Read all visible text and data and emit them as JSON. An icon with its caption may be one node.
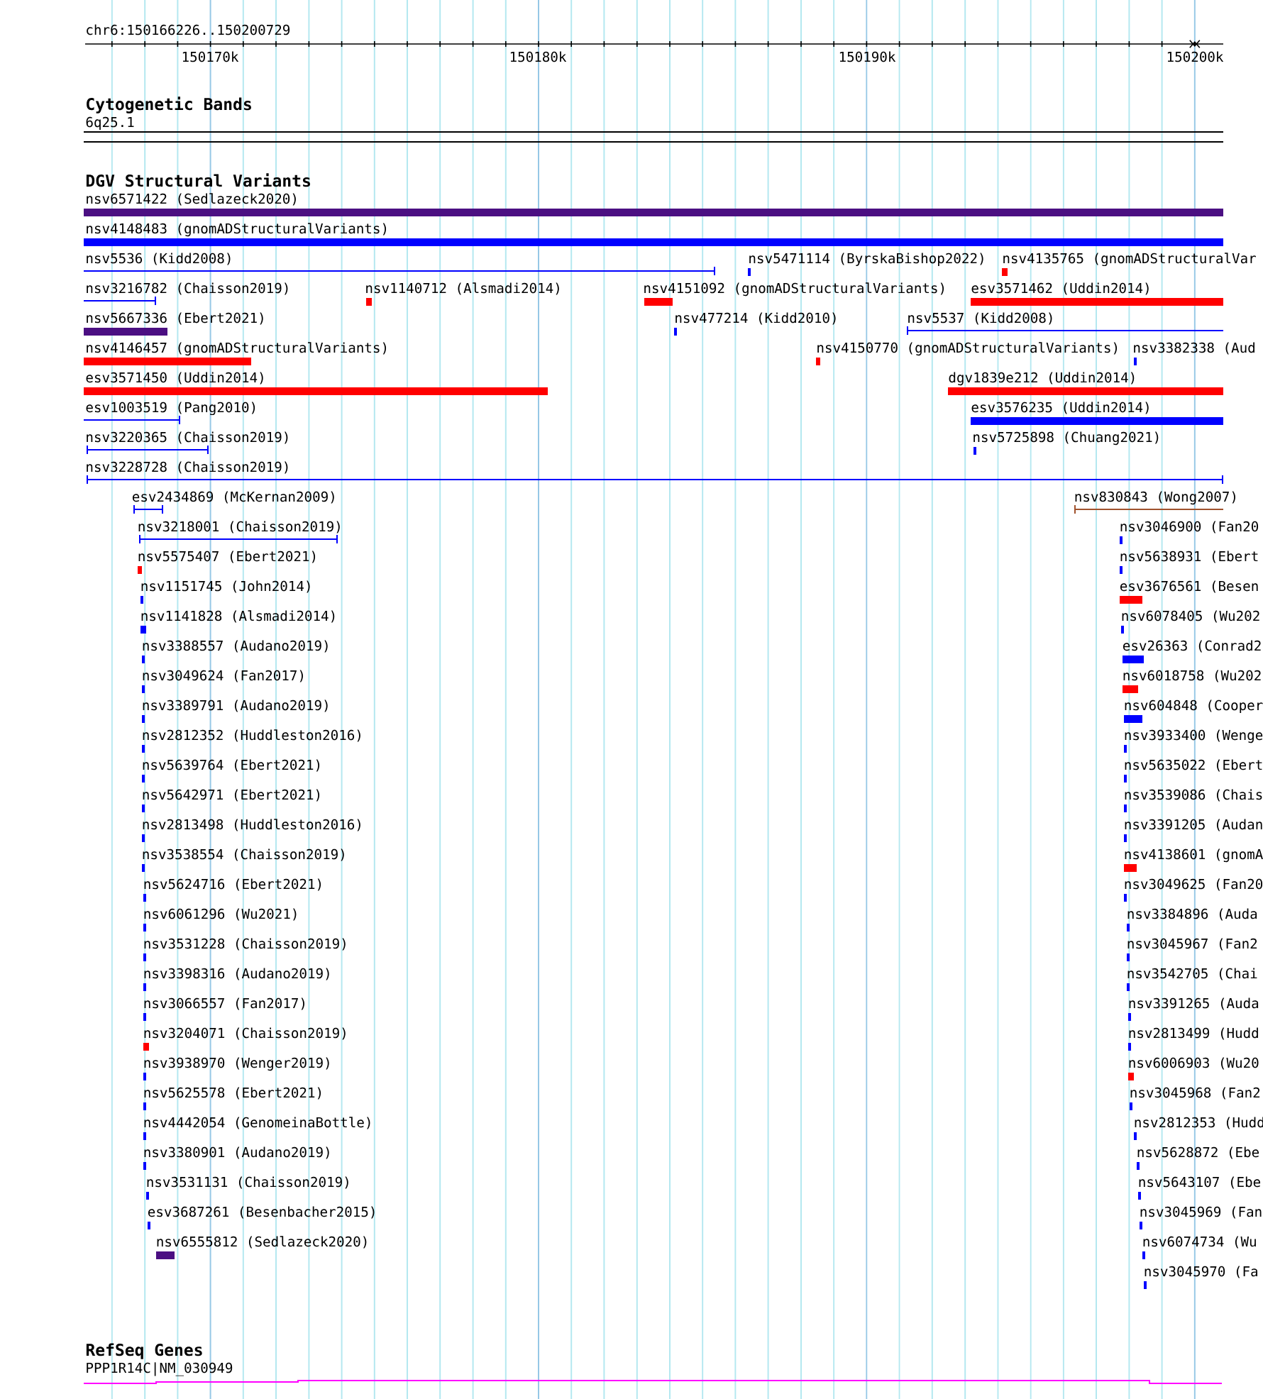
{
  "diagram": {
    "labels": [
      "chr6:150166226..150200729",
      "150170k",
      "150180k",
      "150190k",
      "150200k",
      "Cytogenetic Bands",
      "6q25.1",
      "DGV Structural Variants",
      "nsv6571422 (Sedlazeck2020)",
      "nsv4148483 (gnomADStructuralVariants)",
      "nsv5536 (Kidd2008)",
      "nsv5471114 (ByrskaBishop2022)",
      "nsv4135765 (gnomADStructuralVar",
      "nsv3216782 (Chaisson2019)",
      "nsv1140712 (Alsmadi2014)",
      "nsv4151092 (gnomADStructuralVariants)",
      "esv3571462 (Uddin2014)",
      "nsv5667336 (Ebert2021)",
      "nsv477214 (Kidd2010)",
      "nsv5537 (Kidd2008)",
      "nsv4146457 (gnomADStructuralVariants)",
      "nsv4150770 (gnomADStructuralVariants)",
      "nsv3382338 (Aud",
      "esv3571450 (Uddin2014)",
      "dgv1839e212 (Uddin2014)",
      "esv1003519 (Pang2010)",
      "esv3576235 (Uddin2014)",
      "nsv3220365 (Chaisson2019)",
      "nsv5725898 (Chuang2021)",
      "nsv3228728 (Chaisson2019)",
      "esv2434869 (McKernan2009)",
      "nsv830843 (Wong2007)",
      "nsv3218001 (Chaisson2019)",
      "nsv3046900 (Fan20",
      "nsv5575407 (Ebert2021)",
      "nsv5638931 (Ebert",
      "nsv1151745 (John2014)",
      "esv3676561 (Besen",
      "nsv1141828 (Alsmadi2014)",
      "nsv6078405 (Wu202",
      "nsv3388557 (Audano2019)",
      "esv26363 (Conrad2",
      "nsv3049624 (Fan2017)",
      "nsv6018758 (Wu202",
      "nsv3389791 (Audano2019)",
      "nsv604848 (Cooper",
      "nsv2812352 (Huddleston2016)",
      "nsv3933400 (Wenge",
      "nsv5639764 (Ebert2021)",
      "nsv5635022 (Ebert",
      "nsv5642971 (Ebert2021)",
      "nsv3539086 (Chais",
      "nsv2813498 (Huddleston2016)",
      "nsv3391205 (Audan",
      "nsv3538554 (Chaisson2019)",
      "nsv4138601 (gnomA",
      "nsv5624716 (Ebert2021)",
      "nsv3049625 (Fan20",
      "nsv6061296 (Wu2021)",
      "nsv3384896 (Auda",
      "nsv3531228 (Chaisson2019)",
      "nsv3045967 (Fan2",
      "nsv3398316 (Audano2019)",
      "nsv3542705 (Chai",
      "nsv3066557 (Fan2017)",
      "nsv3391265 (Auda",
      "nsv3204071 (Chaisson2019)",
      "nsv2813499 (Hudd",
      "nsv3938970 (Wenger2019)",
      "nsv6006903 (Wu20",
      "nsv5625578 (Ebert2021)",
      "nsv3045968 (Fan2",
      "nsv4442054 (GenomeinaBottle)",
      "nsv2812353 (Hudd",
      "nsv3380901 (Audano2019)",
      "nsv5628872 (Ebe",
      "nsv3531131 (Chaisson2019)",
      "nsv5643107 (Ebe",
      "esv3687261 (Besenbacher2015)",
      "nsv3045969 (Fan",
      "nsv6555812 (Sedlazeck2020)",
      "nsv6074734 (Wu",
      "nsv3045970 (Fa",
      "RefSeq Genes",
      "PPP1R14C|NM_030949"
    ]
  }
}
